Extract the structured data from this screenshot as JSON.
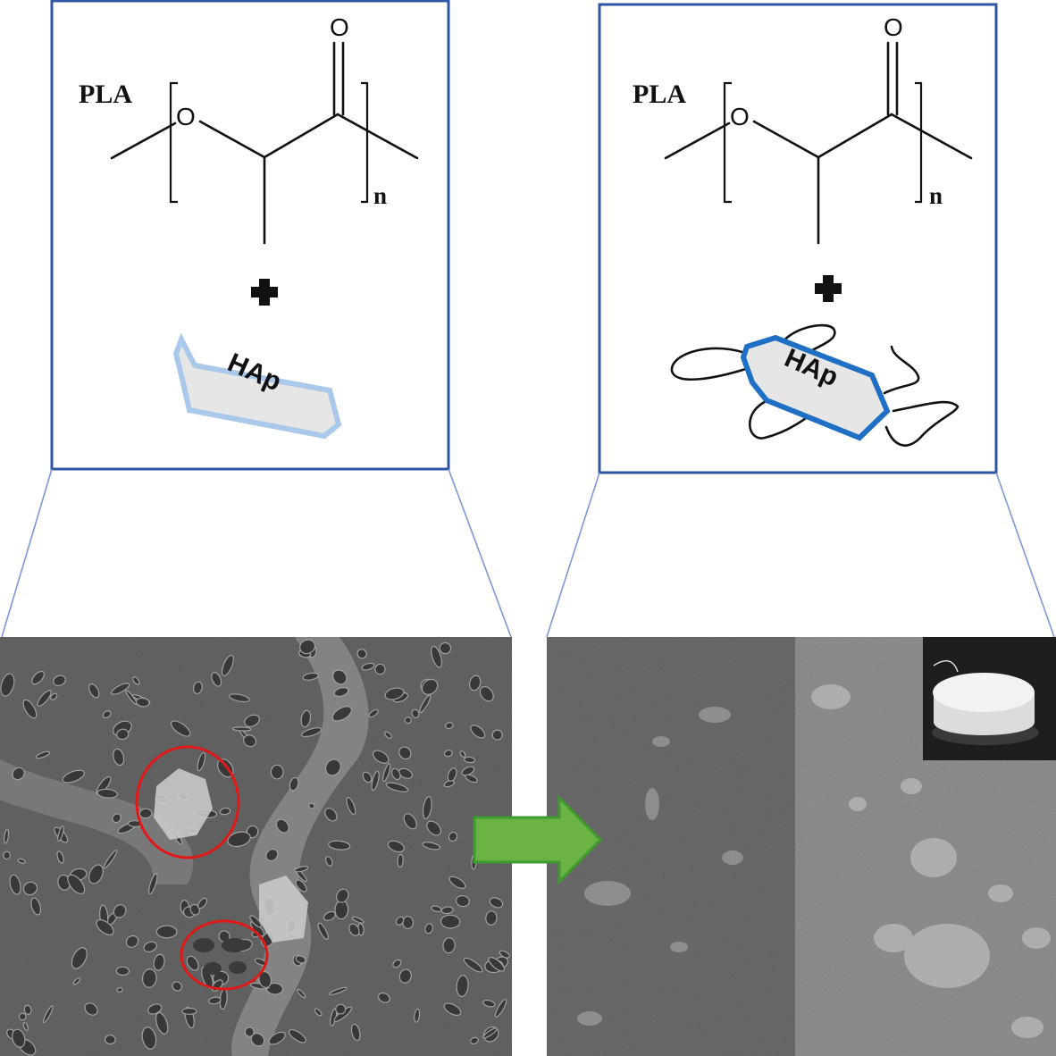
{
  "left_panel": {
    "polymer_label": "PLA",
    "oxygen_ring": "O",
    "oxygen_carbonyl": "O",
    "repeat_subscript": "n",
    "filler_label": "HAp",
    "filler_outline_color": "#a9c8ea"
  },
  "right_panel": {
    "polymer_label": "PLA",
    "oxygen_ring": "O",
    "oxygen_carbonyl": "O",
    "repeat_subscript": "n",
    "filler_label": "HAp",
    "filler_outline_color": "#1f6fc4"
  },
  "colors": {
    "box_border": "#2f55a4",
    "arrow_fill": "#6ab344",
    "arrow_stroke": "#3f9a2f",
    "highlight_circle": "#e11818",
    "sem_dark": "#5c5c5c",
    "sem_light": "#8a8a8a"
  },
  "icons": {
    "plus": "plus-icon",
    "arrow": "right-arrow-icon"
  }
}
